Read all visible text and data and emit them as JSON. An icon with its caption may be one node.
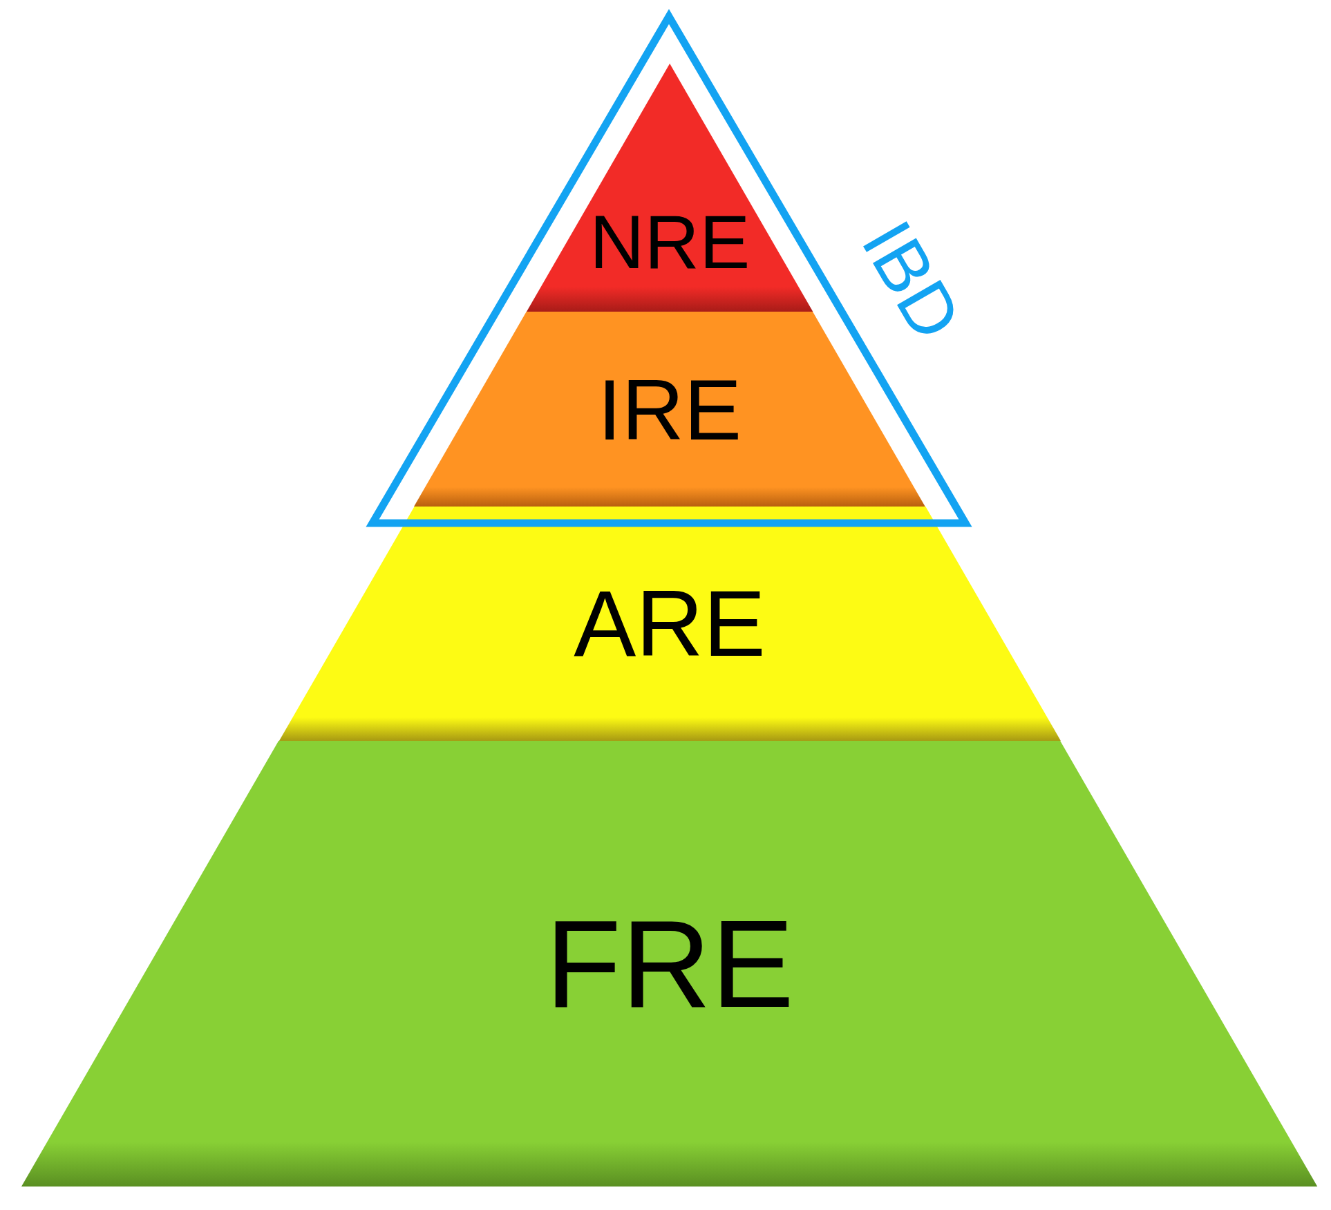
{
  "diagram": {
    "nodes": [
      {
        "text": [
          "IBD"
        ]
      },
      {
        "text": [
          "NRE"
        ],
        "in": 0
      },
      {
        "text": [
          "IRE"
        ],
        "in": 0
      },
      {
        "text": [
          "ARE"
        ]
      },
      {
        "text": [
          "FRE"
        ]
      }
    ]
  }
}
